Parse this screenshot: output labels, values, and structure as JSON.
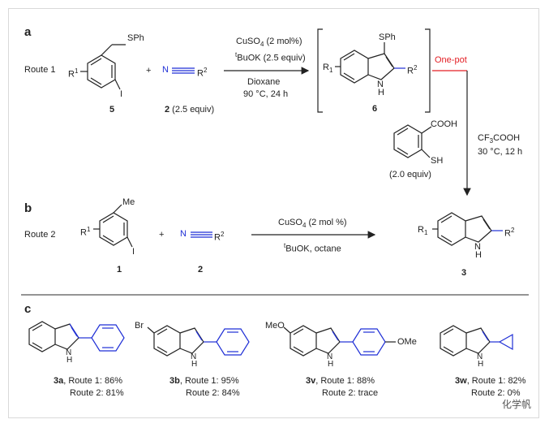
{
  "panels": {
    "a": "a",
    "b": "b",
    "c": "c"
  },
  "route1": {
    "label": "Route 1",
    "sm_sub": "SPh",
    "sm_r": "R",
    "sm_r_sup": "1",
    "sm_i": "I",
    "plus": "+",
    "nitrile_n": "N",
    "nitrile_r": "R",
    "nitrile_r_sup": "2",
    "cond_top1": "CuSO",
    "cond_top1_sub": "4",
    "cond_top1_rest": " (2 mol%)",
    "cond_top2_pre": "t",
    "cond_top2": "BuOK (2.5 equiv)",
    "cond_bot1": "Dioxane",
    "cond_bot2": "90 °C, 24 h",
    "sm_num": "5",
    "nitrile_num": "2",
    "nitrile_equiv": " (2.5 equiv)",
    "int_sph": "SPh",
    "int_r1": "R",
    "int_r1_sub": "1",
    "int_nh": "N",
    "int_h": "H",
    "int_r2": "R",
    "int_r2_sup": "2",
    "int_num": "6",
    "onepot": "One-pot",
    "acid_cooh": "COOH",
    "acid_sh": "SH",
    "acid_equiv": "(2.0 equiv)",
    "tfa_1": "CF",
    "tfa_sub": "3",
    "tfa_2": "COOH",
    "tfa_cond": "30 °C, 12 h"
  },
  "route2": {
    "label": "Route 2",
    "sm_me": "Me",
    "sm_r": "R",
    "sm_r_sup": "1",
    "sm_i": "I",
    "plus": "+",
    "nitrile_n": "N",
    "nitrile_r": "R",
    "nitrile_r_sup": "2",
    "cond_top1": "CuSO",
    "cond_top1_sub": "4",
    "cond_top1_rest": " (2 mol %)",
    "cond_bot_pre": "t",
    "cond_bot": "BuOK, octane",
    "sm_num": "1",
    "nitrile_num": "2",
    "prod_r1": "R",
    "prod_r1_sub": "1",
    "prod_n": "N",
    "prod_h": "H",
    "prod_r2": "R",
    "prod_r2_sup": "2",
    "prod_num": "3"
  },
  "examples": [
    {
      "id": "3a",
      "line1": ", Route 1: 86%",
      "line2": "Route 2: 81%",
      "nh_n": "N",
      "nh_h": "H"
    },
    {
      "id": "3b",
      "sub": "Br",
      "line1": ", Route 1: 95%",
      "line2": "Route 2: 84%",
      "nh_n": "N",
      "nh_h": "H"
    },
    {
      "id": "3v",
      "sub": "MeO",
      "sub2": "OMe",
      "line1": ",  Route 1: 88%",
      "line2": "Route 2: trace",
      "nh_n": "N",
      "nh_h": "H"
    },
    {
      "id": "3w",
      "line1": ", Route 1: 82%",
      "line2": "Route 2: 0%",
      "nh_n": "N",
      "nh_h": "H"
    }
  ],
  "watermark": "化学帆",
  "colors": {
    "blue": "#1f2fd6",
    "red": "#e31e24",
    "ink": "#222222"
  }
}
